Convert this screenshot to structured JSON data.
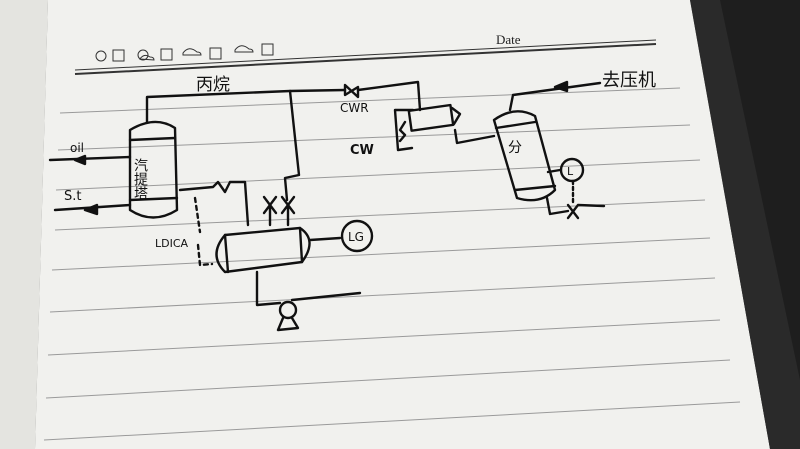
{
  "header": {
    "date_label": "Date",
    "weather_icons": [
      "sunny-icon",
      "partly-cloudy-icon",
      "rain-icon",
      "heavy-rain-icon"
    ]
  },
  "diagram": {
    "top_line_label": "丙烷",
    "feed_labels": {
      "oil": "oil",
      "steam": "S.t"
    },
    "stripper_label": "汽提塔",
    "level_controller": "LDICA",
    "level_gauge": "LG",
    "condenser_labels": {
      "return": "CWR",
      "supply": "CW"
    },
    "separator_label": "分",
    "separator_level": "L",
    "outlet_label": "去压机"
  },
  "colors": {
    "ink": "#111111",
    "paper": "#f1f1ee",
    "rule": "#9a9a9a"
  }
}
